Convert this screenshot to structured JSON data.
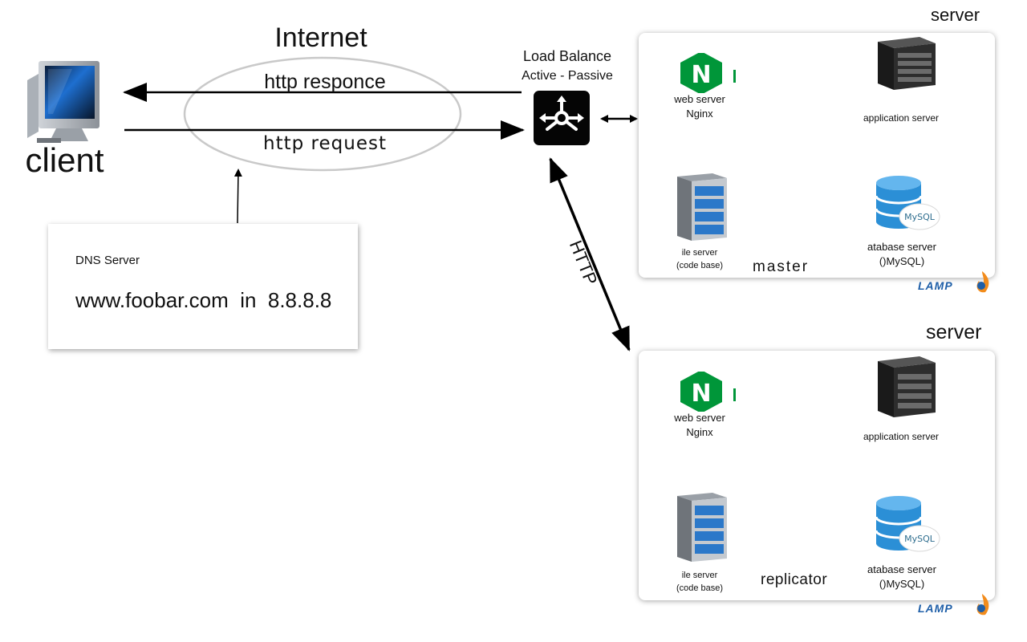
{
  "internet": {
    "title": "Internet",
    "response_label": "http responce",
    "request_label": "http request"
  },
  "client": {
    "label": "client",
    "icon": "computer-monitor-icon"
  },
  "dns": {
    "title": "DNS Server",
    "record": "www.foobar.com  in  8.8.8.8"
  },
  "load_balancer": {
    "title": "Load Balance",
    "mode": "Active - Passive",
    "icon": "load-balancer-icon"
  },
  "http_link_label": "HTTP",
  "servers": [
    {
      "title": "server",
      "role": "master",
      "web_label_1": "web server",
      "web_label_2": "Nginx",
      "app_label": "application server",
      "file_label_1": "ile server",
      "file_label_2": "(code base)",
      "db_label_1": "atabase server",
      "db_label_2": "()MySQL)",
      "badge": "LAMP"
    },
    {
      "title": "server",
      "role": "replicator",
      "web_label_1": "web server",
      "web_label_2": "Nginx",
      "app_label": "application server",
      "file_label_1": "ile server",
      "file_label_2": "(code base)",
      "db_label_1": "atabase server",
      "db_label_2": "()MySQL)",
      "badge": "LAMP"
    }
  ],
  "db_brand": "MySQL",
  "nginx_letter": "N",
  "colors": {
    "nginx_green": "#009639",
    "db_blue": "#2b8fd6",
    "lamp_orange": "#f28c1c",
    "lamp_blue": "#1f5fa8"
  }
}
